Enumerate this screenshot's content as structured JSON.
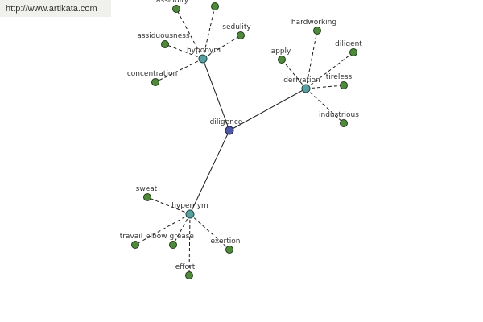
{
  "watermark": "http://www.artikata.com",
  "diagram": {
    "center": "diligence",
    "groups": {
      "hyponym": {
        "label": "hyponym",
        "words": [
          "assiduity",
          "sedulity",
          "assiduousness",
          "concentration"
        ],
        "unlabeled_words": 1
      },
      "derivation": {
        "label": "derivation",
        "words": [
          "hardworking",
          "apply",
          "diligent",
          "tireless",
          "industrious"
        ]
      },
      "hypernym": {
        "label": "hypernym",
        "words": [
          "sweat",
          "travail",
          "elbow grease",
          "exertion",
          "effort"
        ]
      }
    }
  },
  "colors": {
    "center_node": "#4f59a3",
    "hub_node": "#5aa0a0",
    "leaf_node": "#4f8a3c",
    "edge": "#1a1a1a",
    "label": "#333333"
  }
}
